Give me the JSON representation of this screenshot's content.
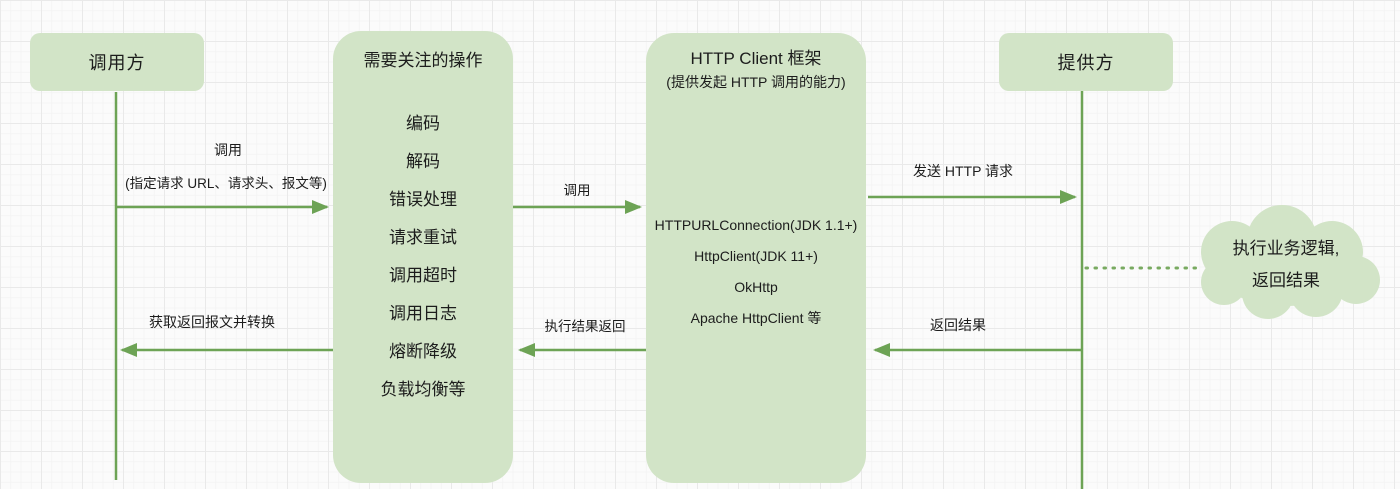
{
  "diagram": {
    "actors": {
      "caller": "调用方",
      "provider": "提供方"
    },
    "operations_box": {
      "title": "需要关注的操作",
      "items": [
        "编码",
        "解码",
        "错误处理",
        "请求重试",
        "调用超时",
        "调用日志",
        "熔断降级",
        "负载均衡等"
      ]
    },
    "client_box": {
      "title": "HTTP Client 框架",
      "subtitle": "(提供发起 HTTP 调用的能力)",
      "items": [
        "HTTPURLConnection(JDK 1.1+)",
        "HttpClient(JDK 11+)",
        "OkHttp",
        "Apache HttpClient 等"
      ]
    },
    "cloud": {
      "line1": "执行业务逻辑,",
      "line2": "返回结果"
    },
    "arrows": {
      "call_1_label": "调用",
      "call_1_sub": "(指定请求 URL、请求头、报文等)",
      "call_2_label": "调用",
      "send_request_label": "发送 HTTP 请求",
      "return_result_label": "返回结果",
      "exec_return_label": "执行结果返回",
      "fetch_convert_label": "获取返回报文并转换"
    },
    "colors": {
      "node_fill": "#d2e4c7",
      "line_green": "#6da355",
      "grid_major": "#e9e9e9",
      "grid_minor": "#f4f4f4"
    }
  }
}
